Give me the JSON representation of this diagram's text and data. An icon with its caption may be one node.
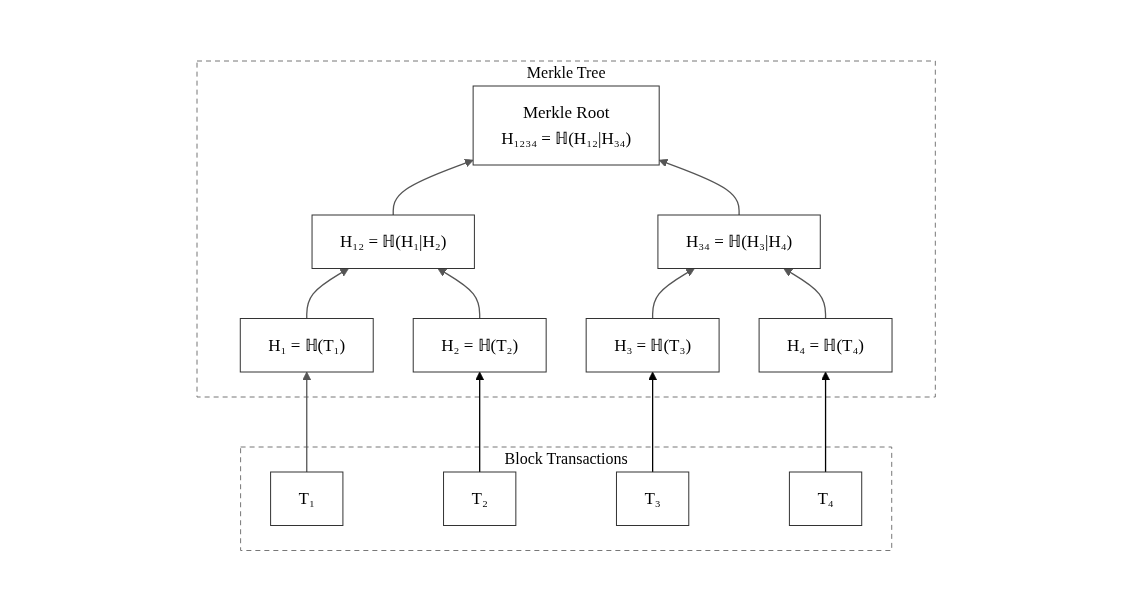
{
  "diagram": {
    "nodes": [
      {
        "text": [
          "Merkle Tree"
        ]
      },
      {
        "text": [
          "Merkle Root",
          "H₁₂₃₄ = ℍ(H₁₂|H₃₄)"
        ],
        "in": 0
      },
      {
        "text": [
          "H₁₂ = ℍ(H₁|H₂)"
        ],
        "in": 0
      },
      {
        "text": [
          "H₃₄ = ℍ(H₃|H₄)"
        ],
        "in": 0
      },
      {
        "text": [
          "H₁ = ℍ(T₁)"
        ],
        "in": 0
      },
      {
        "text": [
          "H₂ = ℍ(T₂)"
        ],
        "in": 0
      },
      {
        "text": [
          "H₃ = ℍ(T₃)"
        ],
        "in": 0
      },
      {
        "text": [
          "H₄ = ℍ(T₄)"
        ],
        "in": 0
      },
      {
        "text": [
          "Block Transactions"
        ]
      },
      {
        "text": [
          "T₁"
        ],
        "in": 8
      },
      {
        "text": [
          "T₂"
        ],
        "in": 8
      },
      {
        "text": [
          "T₃"
        ],
        "in": 8
      },
      {
        "text": [
          "T₄"
        ],
        "in": 8
      }
    ],
    "edges": [
      {
        "from": 2,
        "to": 1,
        "arrow": "to"
      },
      {
        "from": 3,
        "to": 1,
        "arrow": "to"
      },
      {
        "from": 4,
        "to": 2,
        "arrow": "to"
      },
      {
        "from": 5,
        "to": 2,
        "arrow": "to"
      },
      {
        "from": 6,
        "to": 3,
        "arrow": "to"
      },
      {
        "from": 7,
        "to": 3,
        "arrow": "to"
      },
      {
        "from": 9,
        "to": 4,
        "arrow": "to"
      },
      {
        "from": 10,
        "to": 5,
        "arrow": "to",
        "color": "#000000"
      },
      {
        "from": 11,
        "to": 6,
        "arrow": "to",
        "color": "#000000"
      },
      {
        "from": 12,
        "to": 7,
        "arrow": "to",
        "color": "#000000"
      }
    ]
  }
}
